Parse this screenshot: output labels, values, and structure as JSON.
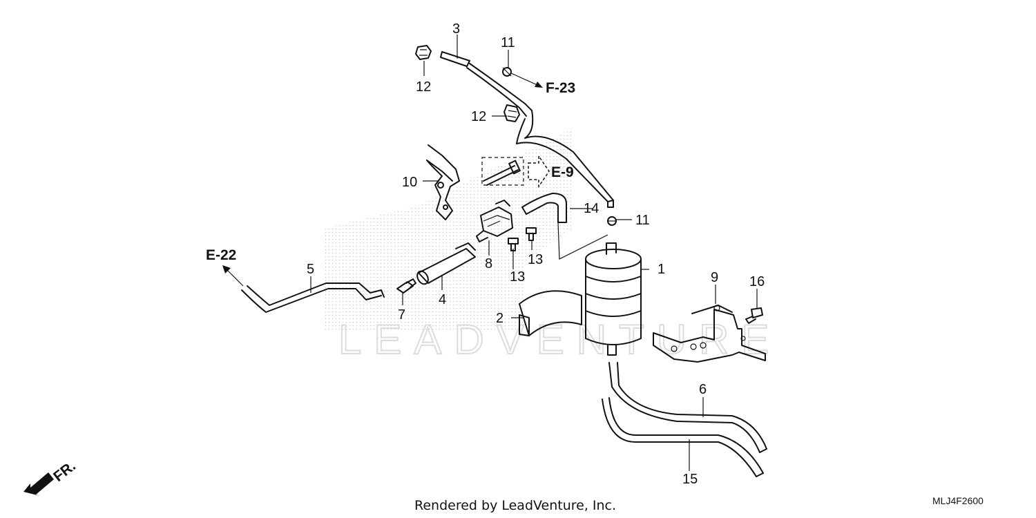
{
  "labels": {
    "p1": "1",
    "p2": "2",
    "p3": "3",
    "p4": "4",
    "p5": "5",
    "p6": "6",
    "p7": "7",
    "p8": "8",
    "p9": "9",
    "p10": "10",
    "p11a": "11",
    "p11b": "11",
    "p12a": "12",
    "p12b": "12",
    "p13a": "13",
    "p13b": "13",
    "p14": "14",
    "p15": "15",
    "p16": "16"
  },
  "refs": {
    "f23": "F-23",
    "e9": "E-9",
    "e22": "E-22",
    "fr": "FR."
  },
  "watermark": "LEADVENTURE",
  "footer": {
    "rendered_by": "Rendered by LeadVenture, Inc.",
    "diagram_code": "MLJ4F2600"
  }
}
